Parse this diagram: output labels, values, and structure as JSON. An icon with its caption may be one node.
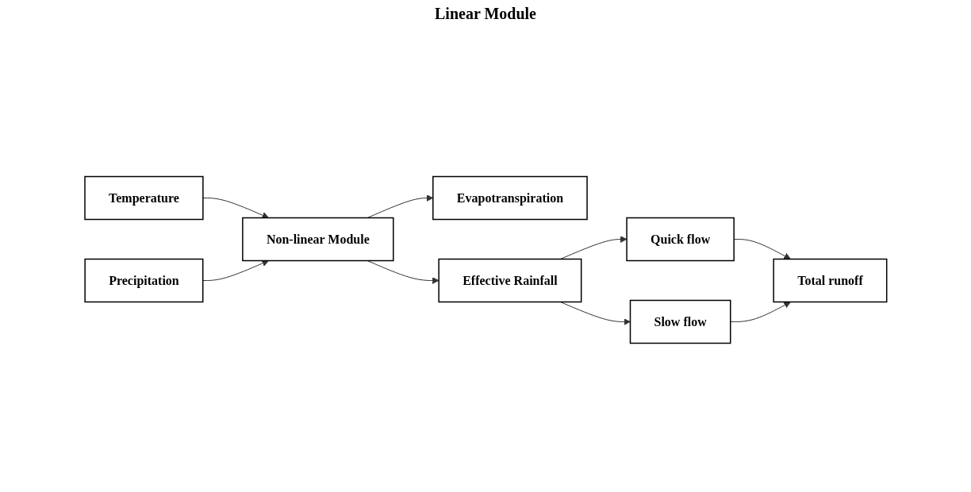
{
  "diagram": {
    "nodes": [
      {
        "text": [
          "Temperature"
        ]
      },
      {
        "text": [
          "Precipitation"
        ]
      },
      {
        "text": [
          "Non-linear Module"
        ]
      },
      {
        "text": [
          "Evapotranspiration"
        ]
      },
      {
        "text": [
          "Effective Rainfall"
        ]
      },
      {
        "text": [
          "Quick flow"
        ]
      },
      {
        "text": [
          "Slow flow"
        ]
      },
      {
        "text": [
          "Total runoff"
        ]
      }
    ],
    "edges": [
      {
        "from": 0,
        "to": 2,
        "arrow": "to"
      },
      {
        "from": 1,
        "to": 2,
        "arrow": "to"
      },
      {
        "from": 2,
        "to": 3,
        "arrow": "to"
      },
      {
        "from": 2,
        "to": 4,
        "arrow": "to"
      },
      {
        "from": 4,
        "to": 5,
        "arrow": "to"
      },
      {
        "from": 4,
        "to": 6,
        "arrow": "to"
      },
      {
        "from": 5,
        "to": 7,
        "arrow": "to"
      },
      {
        "from": 6,
        "to": 7,
        "arrow": "to"
      }
    ],
    "labels": [
      "Linear Module"
    ]
  }
}
